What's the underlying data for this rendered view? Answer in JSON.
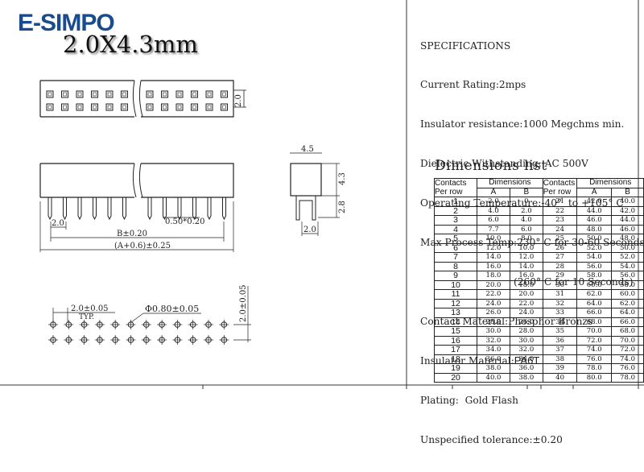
{
  "brand": {
    "logo_text": "E-SIMPO",
    "logo_color": "#1a4b8c"
  },
  "part_title": "2.0X4.3mm",
  "specifications": {
    "heading": "SPECIFICATIONS",
    "lines": [
      "Current Rating:2mps",
      "Insulator resistance:1000 Megchms min.",
      "Dielectric Withstanding: AC 500V",
      "Operating Temperature:-40°  to +105° C",
      "Max Process Temp:230° C for 30-60 Seconds",
      "(260° C for 10 Seconds)",
      "Contact Material:Phosphor Bronzs"
    ],
    "insulator_label": "Insulator Material:",
    "insulator_value": "PA6T",
    "plating": "Plating:  Gold Flash",
    "tolerance": "Unspecified tolerance:±0.20"
  },
  "dimensions_list": {
    "title": "Dimensions list",
    "header_contacts_1": "Contacts",
    "header_contacts_2": "Per row",
    "header_dimensions": "Dimensions",
    "header_a": "A",
    "header_b": "B",
    "rows_left": [
      [
        "1",
        "2.0",
        "0"
      ],
      [
        "2",
        "4.0",
        "2.0"
      ],
      [
        "3",
        "6.0",
        "4.0"
      ],
      [
        "4",
        "7.7",
        "6.0"
      ],
      [
        "5",
        "10.0",
        "8.0"
      ],
      [
        "6",
        "12.0",
        "10.0"
      ],
      [
        "7",
        "14.0",
        "12.0"
      ],
      [
        "8",
        "16.0",
        "14.0"
      ],
      [
        "9",
        "18.0",
        "16.0"
      ],
      [
        "10",
        "20.0",
        "18.0"
      ],
      [
        "11",
        "22.0",
        "20.0"
      ],
      [
        "12",
        "24.0",
        "22.0"
      ],
      [
        "13",
        "26.0",
        "24.0"
      ],
      [
        "14",
        "28.0",
        "26.0"
      ],
      [
        "15",
        "30.0",
        "28.0"
      ],
      [
        "16",
        "32.0",
        "30.0"
      ],
      [
        "17",
        "34.0",
        "32.0"
      ],
      [
        "18",
        "36.0",
        "34.0"
      ],
      [
        "19",
        "38.0",
        "36.0"
      ],
      [
        "20",
        "40.0",
        "38.0"
      ]
    ],
    "rows_right": [
      [
        "21",
        "42.0",
        "40.0"
      ],
      [
        "22",
        "44.0",
        "42.0"
      ],
      [
        "23",
        "46.0",
        "44.0"
      ],
      [
        "24",
        "48.0",
        "46.0"
      ],
      [
        "25",
        "50.0",
        "48.0"
      ],
      [
        "26",
        "52.0",
        "50.0"
      ],
      [
        "27",
        "54.0",
        "52.0"
      ],
      [
        "28",
        "56.0",
        "54.0"
      ],
      [
        "29",
        "58.0",
        "56.0"
      ],
      [
        "30",
        "60.0",
        "58.0"
      ],
      [
        "31",
        "62.0",
        "60.0"
      ],
      [
        "32",
        "64.0",
        "62.0"
      ],
      [
        "33",
        "66.0",
        "64.0"
      ],
      [
        "34",
        "68.0",
        "66.0"
      ],
      [
        "35",
        "70.0",
        "68.0"
      ],
      [
        "36",
        "72.0",
        "70.0"
      ],
      [
        "37",
        "74.0",
        "72.0"
      ],
      [
        "38",
        "76.0",
        "74.0"
      ],
      [
        "39",
        "78.0",
        "76.0"
      ],
      [
        "40",
        "80.0",
        "78.0"
      ]
    ]
  },
  "drawing_labels": {
    "top_height": "2.0",
    "pitch_bottom": "2.0",
    "pin_size": "0.50*0.20",
    "b_dim": "B±0.20",
    "a_dim": "(A+0.6)±0.25",
    "side_width": "4.5",
    "side_height": "4.3",
    "side_pin_len": "2.8",
    "side_pin_pitch": "2.0",
    "hole_pitch": "2.0±0.05",
    "hole_typ": "TYP.",
    "hole_diameter": "Φ0.80±0.05",
    "row_pitch": "2.0±0.05"
  }
}
